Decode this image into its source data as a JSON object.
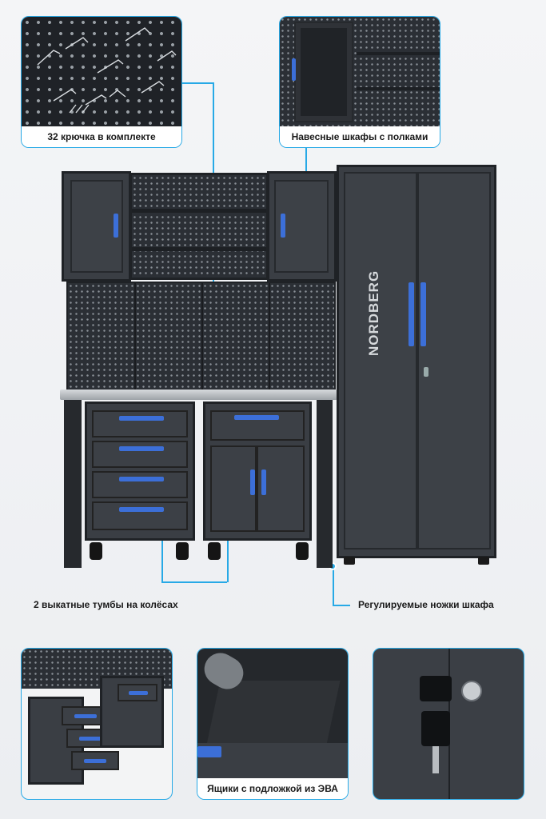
{
  "brand": "NORDBERG",
  "colors": {
    "accent": "#27a9e6",
    "handle": "#3c6fd8",
    "metal": "#3a3e44"
  },
  "callouts": {
    "hooks": "32 крючка в комплекте",
    "wall_cabinets": "Навесные шкафы с полками",
    "rolling": "2 выкатные тумбы на колёсах",
    "feet": "Регулируемые ножки шкафа",
    "eva": "Ящики с подложкой из ЭВА"
  }
}
